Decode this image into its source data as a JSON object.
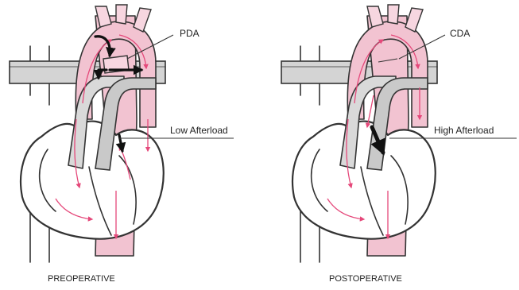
{
  "panels": [
    {
      "id": "preoperative",
      "caption": "PREOPERATIVE",
      "vessel_label": "PDA",
      "afterload_label": "Low Afterload"
    },
    {
      "id": "postoperative",
      "caption": "POSTOPERATIVE",
      "vessel_label": "CDA",
      "afterload_label": "High Afterload"
    }
  ],
  "colors": {
    "aorta": "#f2c3d1",
    "pulmonary_artery": "#d9d9d9",
    "flow_arrows": "#e5487a",
    "outline": "#333333"
  }
}
